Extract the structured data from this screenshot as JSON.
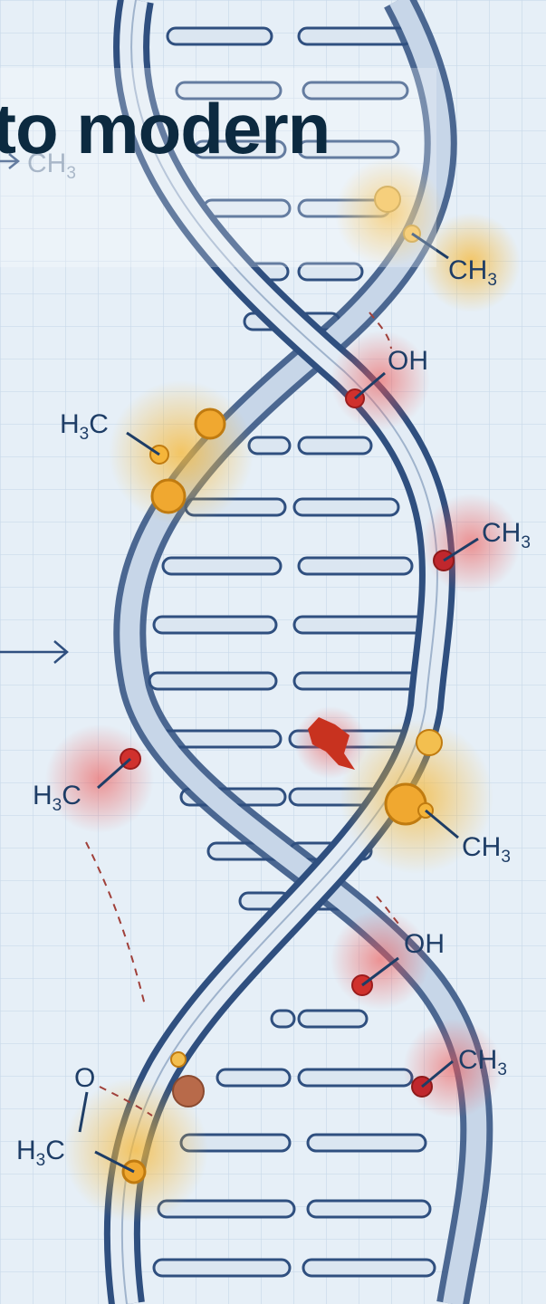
{
  "headline": "to modern",
  "labels": {
    "ch3": "CH",
    "h3c_h": "H",
    "h3c_c": "C",
    "oh": "OH",
    "o": "O",
    "sub3": "3"
  },
  "colors": {
    "background": "#e6eff7",
    "grid": "#c9d9ea",
    "strand": "#2f4f7f",
    "rung": "#dbe6f1",
    "methyl_glow": "#f6b93b",
    "hydroxyl_glow": "#e74c3c",
    "headline": "#0c2a40"
  }
}
